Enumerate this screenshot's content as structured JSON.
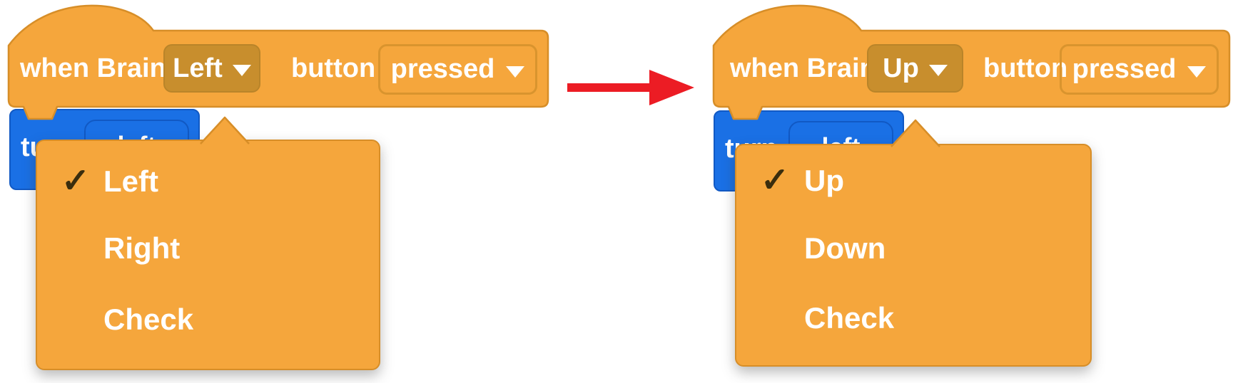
{
  "colors": {
    "block_orange": "#F5A63C",
    "block_orange_border": "#D78E28",
    "dropdown_dark_fill": "#C88E2D",
    "blue_block": "#1A70E5",
    "blue_block_border": "#1159C4",
    "arrow_red": "#EC1C24",
    "check_glyph_color": "#3A2D0D",
    "text_white": "#FFFFFF"
  },
  "before": {
    "hat_block": {
      "when_label": "when Brain",
      "button_dropdown_value": "Left",
      "button_word": "button",
      "state_dropdown_value": "pressed"
    },
    "turn_block": {
      "label": "turn",
      "field_value": "left"
    },
    "menu": {
      "items": [
        {
          "label": "Left",
          "check": "✓"
        },
        {
          "label": "Right",
          "check": ""
        },
        {
          "label": "Check",
          "check": ""
        }
      ]
    }
  },
  "after": {
    "hat_block": {
      "when_label": "when Brain",
      "button_dropdown_value": "Up",
      "button_word": "button",
      "state_dropdown_value": "pressed"
    },
    "turn_block": {
      "label": "turn",
      "field_value": "left"
    },
    "menu": {
      "items": [
        {
          "label": "Up",
          "check": "✓"
        },
        {
          "label": "Down",
          "check": ""
        },
        {
          "label": "Check",
          "check": ""
        }
      ]
    }
  }
}
